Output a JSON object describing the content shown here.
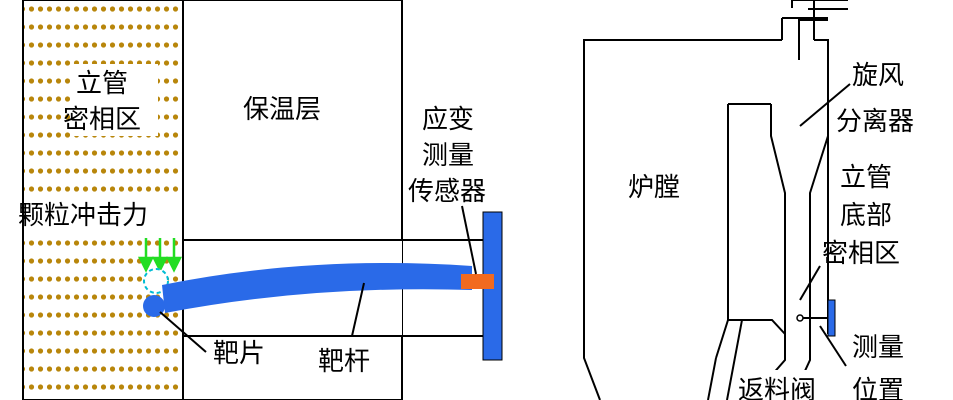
{
  "labels": {
    "riser_dense_line1": "立管",
    "riser_dense_line2": "密相区",
    "insulation": "保温层",
    "strain_line1": "应变",
    "strain_line2": "测量",
    "strain_line3": "传感器",
    "impact_force": "颗粒冲击力",
    "target_piece": "靶片",
    "target_rod": "靶杆",
    "furnace": "炉膛",
    "cyclone_line1": "旋风",
    "cyclone_line2": "分离器",
    "riser_bottom_line1": "立管",
    "riser_bottom_line2": "底部",
    "riser_bottom_line3": "密相区",
    "measure_line1": "测量",
    "measure_line2": "位置",
    "return_valve": "返料阀"
  },
  "colors": {
    "particle": "#b8860b",
    "rod": "#2a6ae8",
    "sensor": "#f26a1f",
    "arrow": "#22dd22",
    "outline": "#000000"
  }
}
